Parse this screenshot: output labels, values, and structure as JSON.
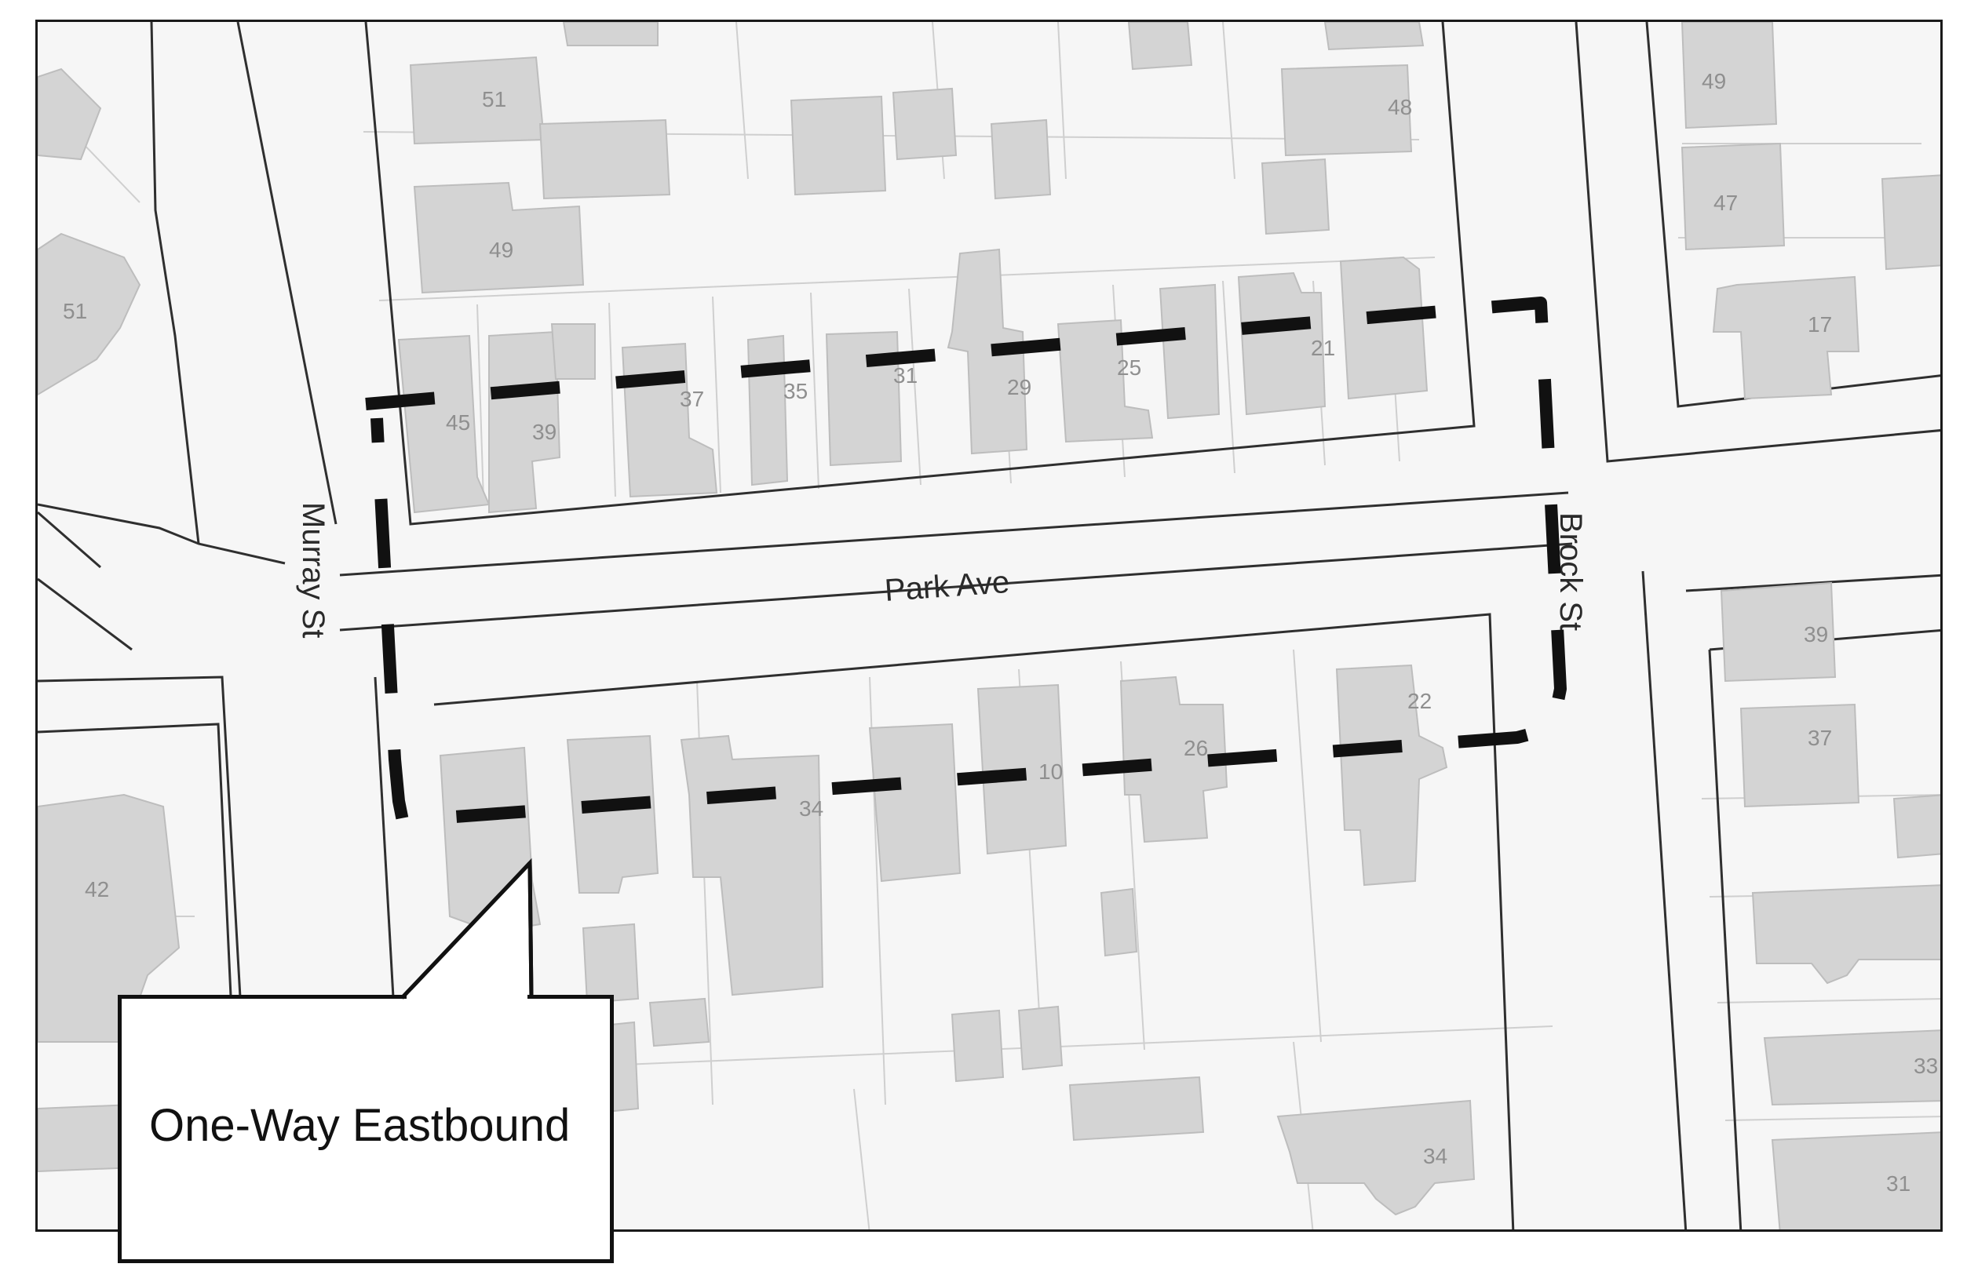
{
  "map": {
    "streets": {
      "murray": "Murray St",
      "park": "Park Ave",
      "brock": "Brock St"
    },
    "callout": {
      "text": "One-Way Eastbound"
    },
    "house_numbers": {
      "h51_top": "51",
      "h49_left": "49",
      "h51_left": "51",
      "h48": "48",
      "h49_right": "49",
      "h47": "47",
      "h17": "17",
      "h45": "45",
      "h39_north": "39",
      "h37": "37",
      "h35": "35",
      "h31": "31",
      "h29": "29",
      "h25": "25",
      "h21": "21",
      "h42": "42",
      "h34_south": "34",
      "h10": "10",
      "h26": "26",
      "h22": "22",
      "h39_east": "39",
      "h37_east": "37",
      "h33": "33",
      "h31_east": "31",
      "h34_bottom": "34"
    },
    "colors": {
      "background": "#f6f6f6",
      "building": "#d4d4d4",
      "parcel_line": "#cfcfcf",
      "block_outline": "#2f2f2f",
      "route_dash": "#111111"
    }
  }
}
